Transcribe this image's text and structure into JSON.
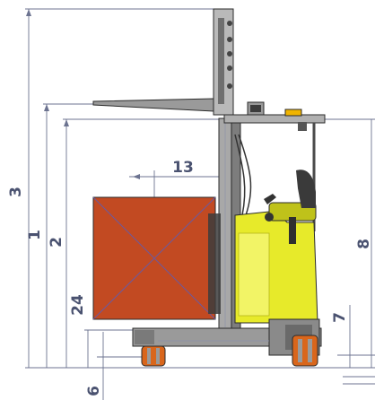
{
  "diagram": {
    "dimension_labels": {
      "d3": "3",
      "d1": "1",
      "d2": "2",
      "d13": "13",
      "d24": "24",
      "d6": "6",
      "d7": "7",
      "d8": "8"
    },
    "colors": {
      "load": "#c24a22",
      "truck_body": "#e7ea2a",
      "chassis": "#8f8f8f",
      "dimension": "#4a5270",
      "warning_light": "#f0b400",
      "wheels": "#d9661c"
    }
  }
}
